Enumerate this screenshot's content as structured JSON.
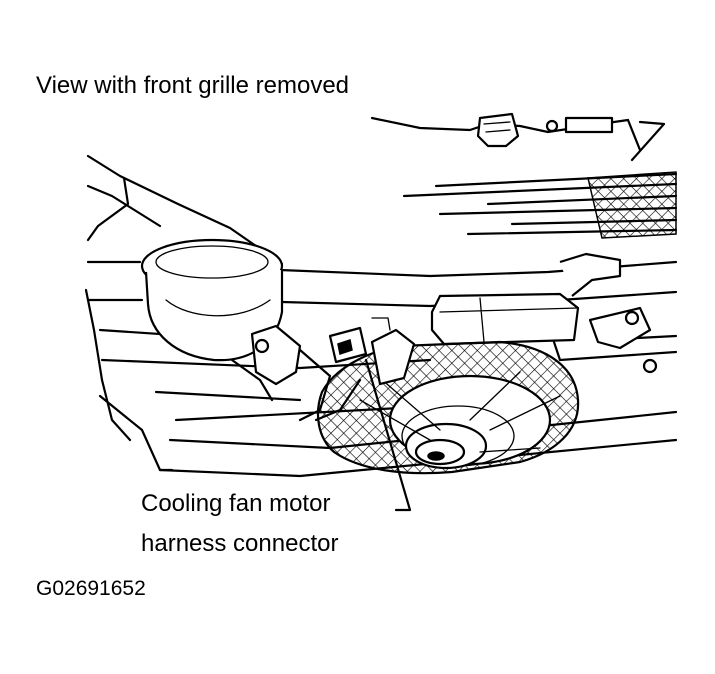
{
  "figure": {
    "view_caption": "View with front grille removed",
    "callout_line1": "Cooling fan motor",
    "callout_line2": "harness connector",
    "figure_id": "G02691652"
  },
  "colors": {
    "ink": "#000000",
    "paper": "#ffffff"
  },
  "icons": {
    "horn": "horn-icon",
    "fan": "cooling-fan-icon",
    "connector": "harness-connector-icon",
    "module": "relay-module-icon"
  }
}
